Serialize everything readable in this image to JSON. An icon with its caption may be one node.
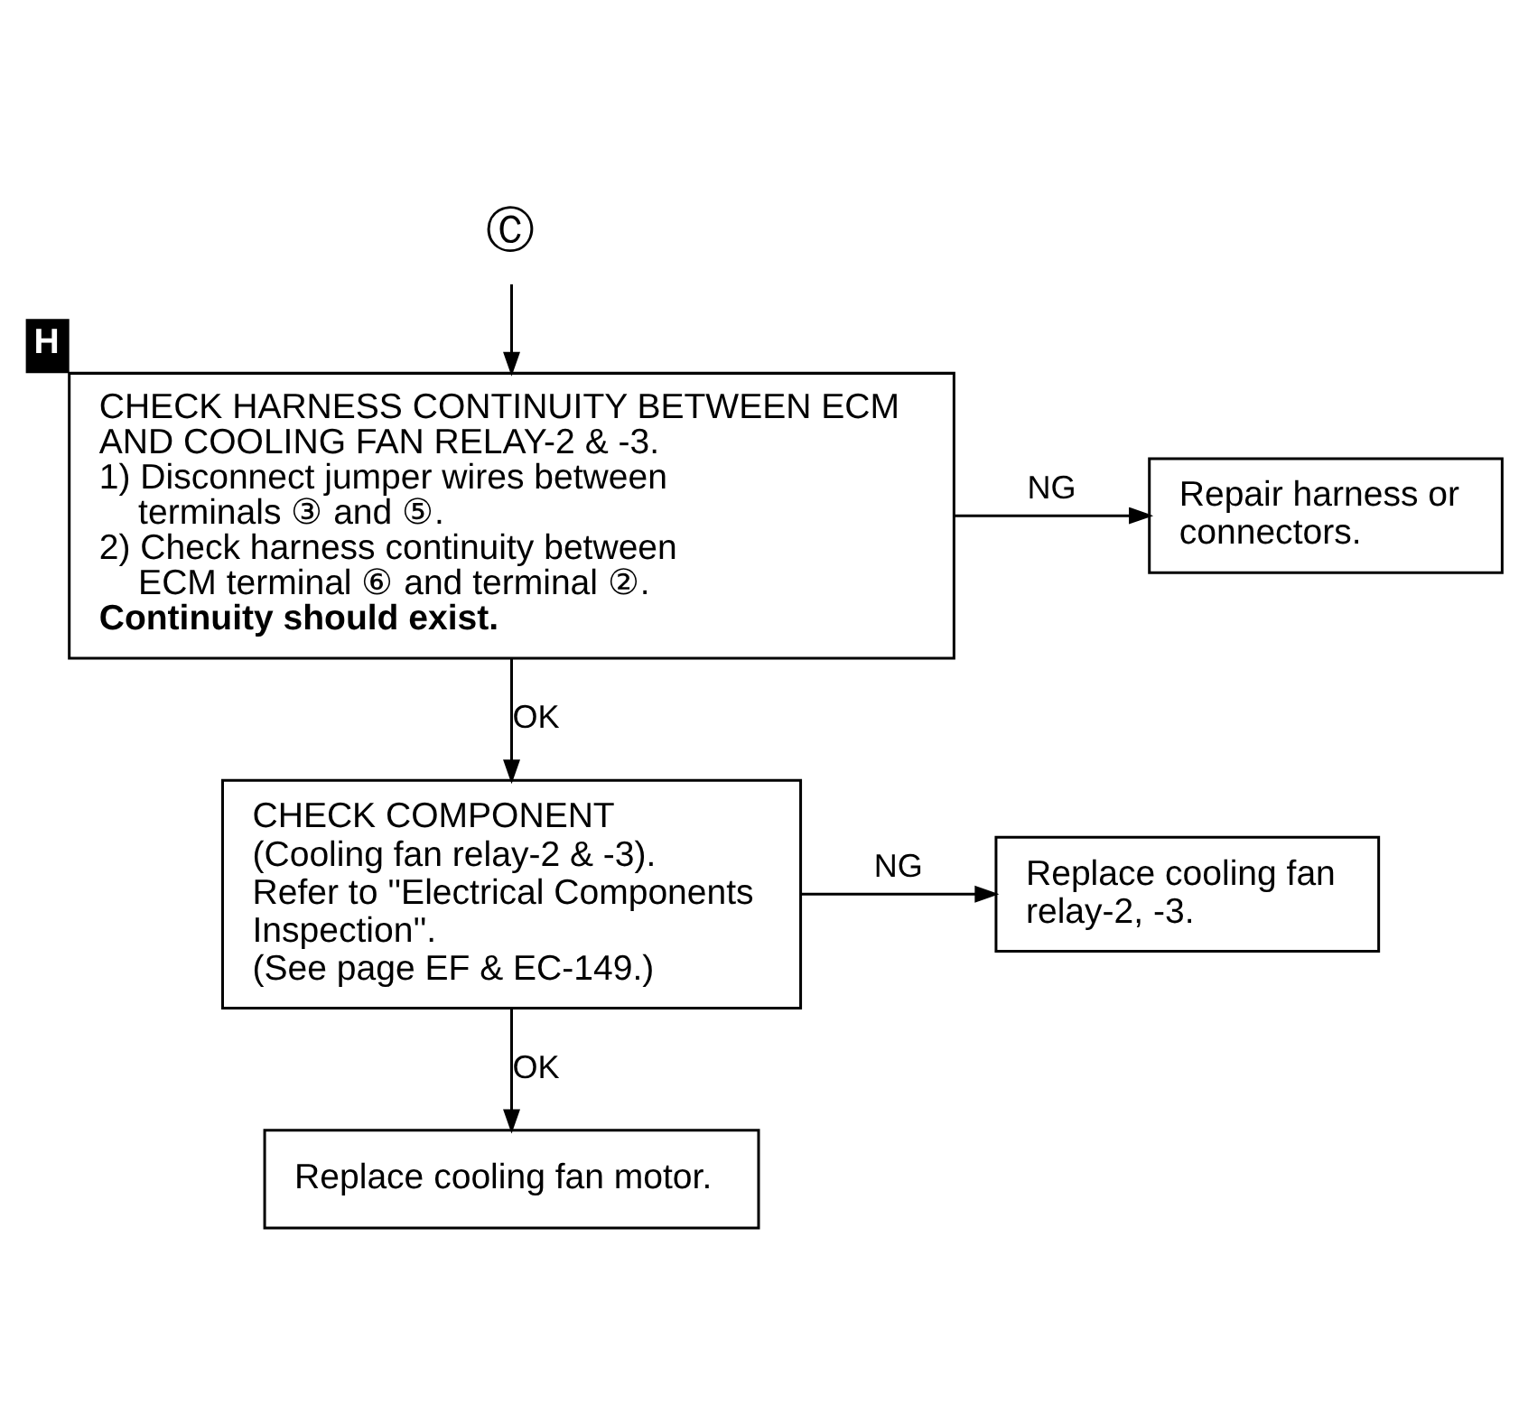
{
  "diagram": {
    "nodes": [
      {
        "text": [
          "Ⓒ"
        ]
      },
      {
        "text": [
          "CHECK HARNESS CONTINUITY BETWEEN ECM AND COOLING FAN RELAY-2 & -3.",
          "1) Disconnect jumper wires between terminals ③ and ⑤.",
          "2) Check harness continuity between ECM terminal ⑥ and terminal ②.",
          "Continuity should exist."
        ],
        "beside": [
          "H"
        ]
      },
      {
        "text": [
          "Repair harness or connectors."
        ]
      },
      {
        "text": [
          "CHECK COMPONENT",
          "(Cooling fan relay-2 & -3).",
          "Refer to ''Electrical Components Inspection''.",
          "(See page EF & EC-149.)"
        ]
      },
      {
        "text": [
          "Replace cooling fan relay-2, -3."
        ]
      },
      {
        "text": [
          "Replace cooling fan motor."
        ]
      }
    ],
    "edges": [
      {
        "from": 0,
        "to": 1,
        "arrow": "to"
      },
      {
        "from": 1,
        "to": 2,
        "arrow": "to",
        "label": "NG"
      },
      {
        "from": 1,
        "to": 3,
        "arrow": "to",
        "label": "OK"
      },
      {
        "from": 3,
        "to": 4,
        "arrow": "to",
        "label": "NG"
      },
      {
        "from": 3,
        "to": 5,
        "arrow": "to",
        "label": "OK"
      }
    ]
  }
}
